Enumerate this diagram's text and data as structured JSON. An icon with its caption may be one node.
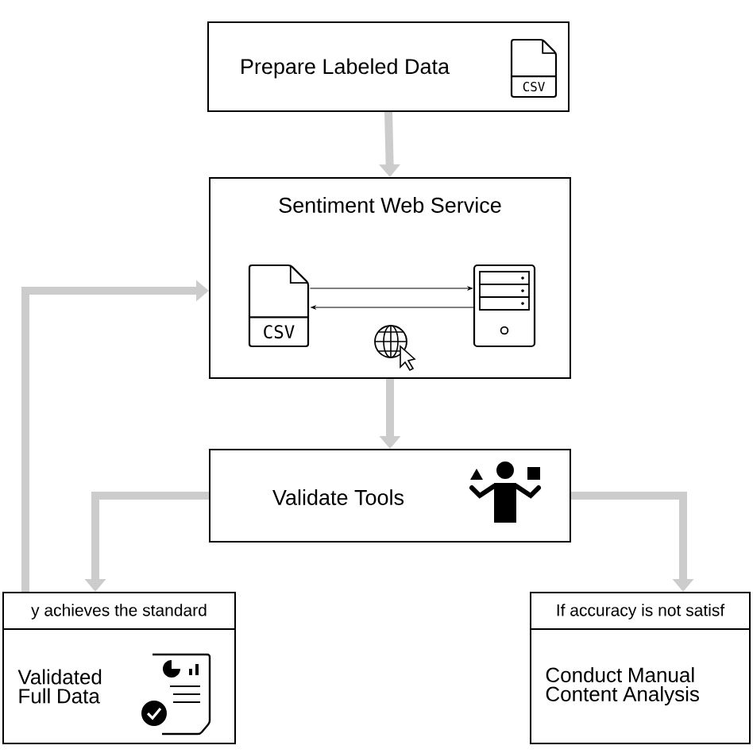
{
  "diagram": {
    "nodes": [
      {
        "text": [
          "Prepare Labeled Data",
          "CSV"
        ]
      },
      {
        "text": [
          "Sentiment Web Service"
        ]
      },
      {
        "text": [
          "CSV"
        ],
        "in": 1
      },
      {
        "text": [],
        "shape": "picture",
        "in": 1
      },
      {
        "text": [
          "Validate Tools"
        ]
      },
      {
        "text": [
          "y achieves the standard",
          "Validated Full Data"
        ]
      },
      {
        "text": [
          "If accuracy is not satisf",
          "Conduct Manual Content Analysis"
        ]
      }
    ],
    "edges": [
      {
        "from": 0,
        "to": 1,
        "arrow": "to"
      },
      {
        "from": 2,
        "to": 3,
        "arrow": "to",
        "color": "#000000"
      },
      {
        "from": 3,
        "to": 2,
        "arrow": "to",
        "color": "#000000"
      },
      {
        "from": 1,
        "to": 4,
        "arrow": "to"
      },
      {
        "from": 4,
        "to": 5,
        "arrow": "to"
      },
      {
        "from": 4,
        "to": 6,
        "arrow": "to"
      },
      {
        "from": 5,
        "to": 1,
        "arrow": "to"
      }
    ]
  }
}
